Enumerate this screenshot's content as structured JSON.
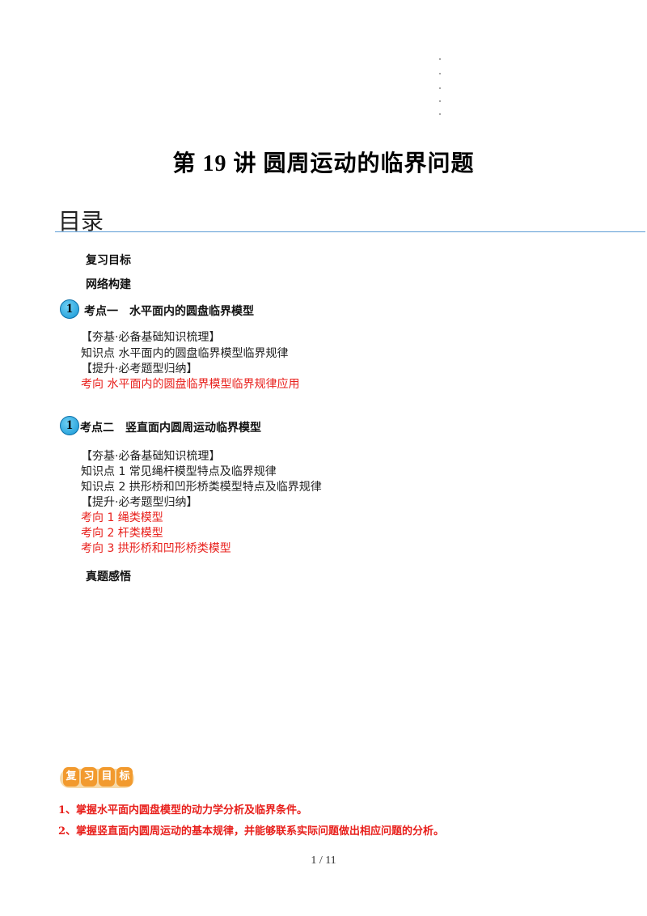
{
  "title": "第 19 讲  圆周运动的临界问题",
  "toc_heading": "目录",
  "toc": {
    "review_goal": "复习目标",
    "network": "网络构建",
    "section1": {
      "badge": "1",
      "heading": "考点一　水平面内的圆盘临界模型",
      "lines": [
        "【夯基·必备基础知识梳理】",
        "知识点  水平面内的圆盘临界模型临界规律",
        "【提升·必考题型归纳】"
      ],
      "red_lines": [
        "考向  水平面内的圆盘临界模型临界规律应用"
      ]
    },
    "section2": {
      "badge": "1",
      "heading": "考点二　竖直面内圆周运动临界模型",
      "lines": [
        "【夯基·必备基础知识梳理】",
        "知识点 1  常见绳杆模型特点及临界规律",
        "知识点 2  拱形桥和凹形桥类模型特点及临界规律",
        "【提升·必考题型归纳】"
      ],
      "red_lines": [
        "考向 1  绳类模型",
        "考向 2  杆类模型",
        "考向 3  拱形桥和凹形桥类模型"
      ]
    },
    "real_questions": "真题感悟"
  },
  "review_badge_chars": [
    "复",
    "习",
    "目",
    "标"
  ],
  "goals": [
    "1、掌握水平面内圆盘模型的动力学分析及临界条件。",
    "2、掌握竖直面内圆周运动的基本规律，并能够联系实际问题做出相应问题的分析。"
  ],
  "page_number": "1  /  11",
  "colors": {
    "red": "#e8201c",
    "rule_blue": "#5b9bd5",
    "badge_blue": "#1596d4",
    "review_orange": "#f29a2e"
  }
}
